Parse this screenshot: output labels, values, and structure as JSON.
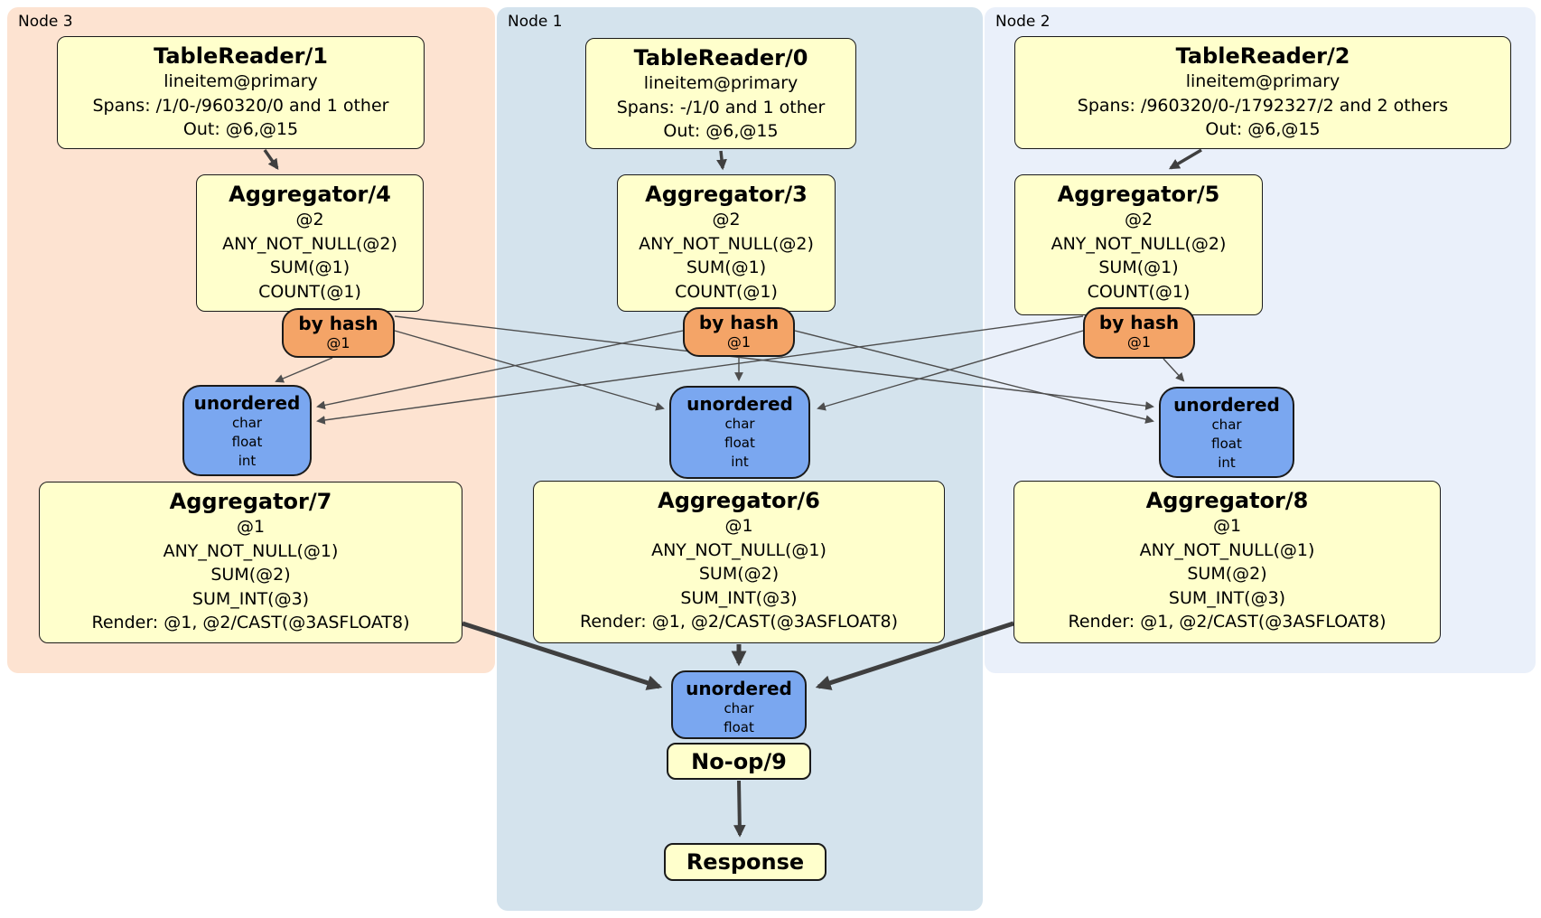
{
  "panels": {
    "node3": {
      "label": "Node 3"
    },
    "node1": {
      "label": "Node 1"
    },
    "node2": {
      "label": "Node 2"
    }
  },
  "boxes": {
    "tr1": {
      "title": "TableReader/1",
      "lines": [
        "lineitem@primary",
        "Spans: /1/0-/960320/0 and 1 other",
        "Out: @6,@15"
      ]
    },
    "tr0": {
      "title": "TableReader/0",
      "lines": [
        "lineitem@primary",
        "Spans: -/1/0 and 1 other",
        "Out: @6,@15"
      ]
    },
    "tr2": {
      "title": "TableReader/2",
      "lines": [
        "lineitem@primary",
        "Spans: /960320/0-/1792327/2 and 2 others",
        "Out: @6,@15"
      ]
    },
    "agg4": {
      "title": "Aggregator/4",
      "lines": [
        "@2",
        "ANY_NOT_NULL(@2)",
        "SUM(@1)",
        "COUNT(@1)"
      ]
    },
    "agg3": {
      "title": "Aggregator/3",
      "lines": [
        "@2",
        "ANY_NOT_NULL(@2)",
        "SUM(@1)",
        "COUNT(@1)"
      ]
    },
    "agg5": {
      "title": "Aggregator/5",
      "lines": [
        "@2",
        "ANY_NOT_NULL(@2)",
        "SUM(@1)",
        "COUNT(@1)"
      ]
    },
    "hash3": {
      "title": "by hash",
      "lines": [
        "@1"
      ]
    },
    "hash1": {
      "title": "by hash",
      "lines": [
        "@1"
      ]
    },
    "hash2": {
      "title": "by hash",
      "lines": [
        "@1"
      ]
    },
    "sync3": {
      "title": "unordered",
      "lines": [
        "char",
        "float",
        "int"
      ]
    },
    "sync1": {
      "title": "unordered",
      "lines": [
        "char",
        "float",
        "int"
      ]
    },
    "sync2": {
      "title": "unordered",
      "lines": [
        "char",
        "float",
        "int"
      ]
    },
    "agg7": {
      "title": "Aggregator/7",
      "lines": [
        "@1",
        "ANY_NOT_NULL(@1)",
        "SUM(@2)",
        "SUM_INT(@3)",
        "Render: @1, @2/CAST(@3ASFLOAT8)"
      ]
    },
    "agg6": {
      "title": "Aggregator/6",
      "lines": [
        "@1",
        "ANY_NOT_NULL(@1)",
        "SUM(@2)",
        "SUM_INT(@3)",
        "Render: @1, @2/CAST(@3ASFLOAT8)"
      ]
    },
    "agg8": {
      "title": "Aggregator/8",
      "lines": [
        "@1",
        "ANY_NOT_NULL(@1)",
        "SUM(@2)",
        "SUM_INT(@3)",
        "Render: @1, @2/CAST(@3ASFLOAT8)"
      ]
    },
    "syncF": {
      "title": "unordered",
      "lines": [
        "char",
        "float"
      ]
    },
    "noop": {
      "title": "No-op/9"
    },
    "response": {
      "title": "Response"
    }
  },
  "colors": {
    "node3_panel": "#fde3d1",
    "node1_panel": "#d4e3ed",
    "node2_panel": "#eaf0fa",
    "processor_box": "#ffffcc",
    "hash_router": "#f4a467",
    "unordered_sync": "#7aa7f0",
    "border": "#1a1a1a",
    "edge": "#4d4d4d"
  }
}
